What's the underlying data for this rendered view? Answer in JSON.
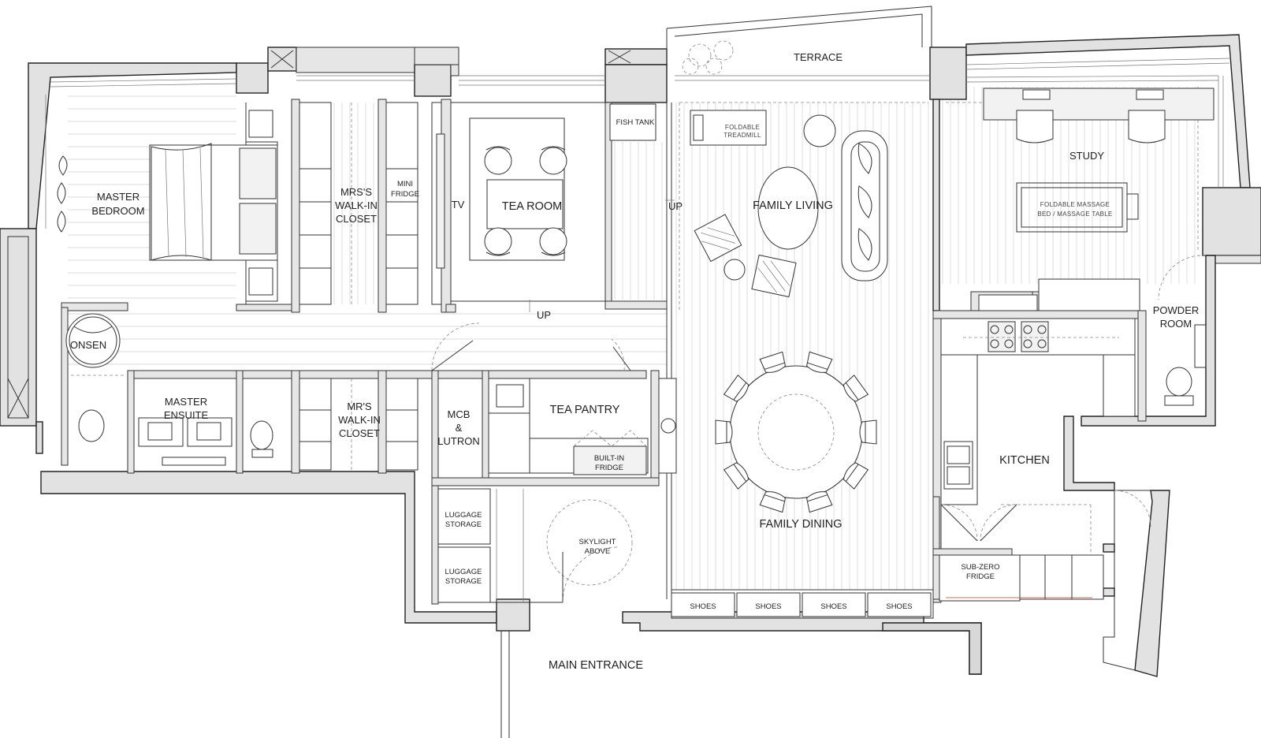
{
  "rooms": {
    "terrace": "TERRACE",
    "master_bedroom": [
      "MASTER",
      "BEDROOM"
    ],
    "mrs_walk_in_closet_top": [
      "MRS'S",
      "WALK-IN",
      "CLOSET"
    ],
    "mini_fridge": [
      "MINI",
      "FRIDGE"
    ],
    "tv": "TV",
    "tea_room": "TEA ROOM",
    "fish_tank": "FISH TANK",
    "foldable_treadmill": [
      "FOLDABLE",
      "TREADMILL"
    ],
    "family_living": "FAMILY LIVING",
    "study": "STUDY",
    "foldable_massage": [
      "FOLDABLE MASSAGE",
      "BED / MASSAGE TABLE"
    ],
    "up_1": "UP",
    "up_2": "UP",
    "onsen": "ONSEN",
    "master_ensuite": [
      "MASTER",
      "ENSUITE"
    ],
    "mrs_walk_in_closet_bottom": [
      "MR'S",
      "WALK-IN",
      "CLOSET"
    ],
    "mcb_lutron": [
      "MCB",
      "&",
      "LUTRON"
    ],
    "tea_pantry": "TEA PANTRY",
    "built_in_fridge": [
      "BUILT-IN",
      "FRIDGE"
    ],
    "powder_room": [
      "POWDER",
      "ROOM"
    ],
    "kitchen": "KITCHEN",
    "luggage_storage_1": [
      "LUGGAGE",
      "STORAGE"
    ],
    "luggage_storage_2": [
      "LUGGAGE",
      "STORAGE"
    ],
    "skylight_above": [
      "SKYLIGHT",
      "ABOVE"
    ],
    "family_dining": "FAMILY DINING",
    "sub_zero_fridge": [
      "SUB-ZERO",
      "FRIDGE"
    ],
    "shoes": [
      "SHOES",
      "SHOES",
      "SHOES",
      "SHOES"
    ],
    "main_entrance": "MAIN ENTRANCE"
  }
}
